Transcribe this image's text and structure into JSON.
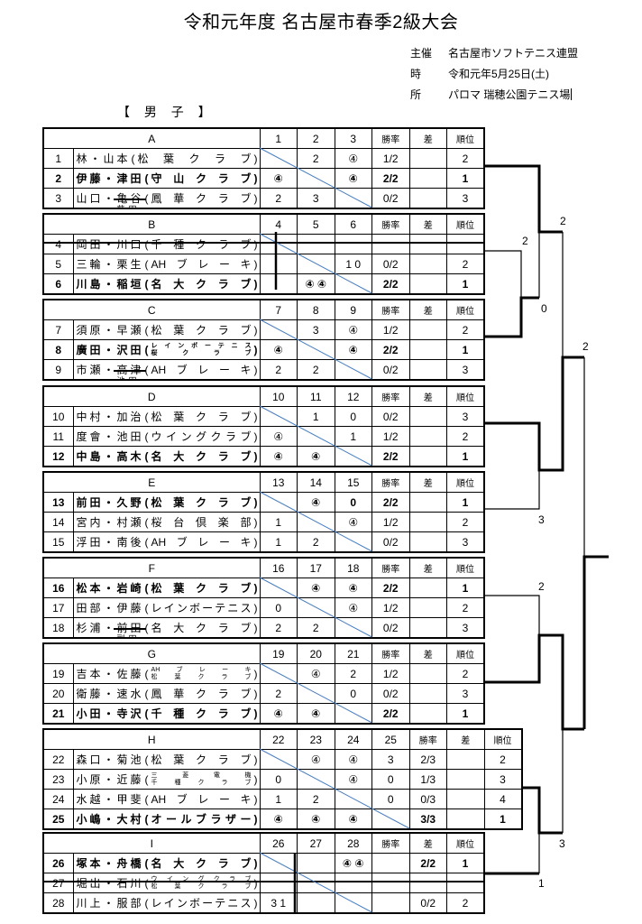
{
  "title": "令和元年度 名古屋市春季2級大会",
  "info": [
    {
      "label": "主催",
      "value": "名古屋市ソフトテニス連盟"
    },
    {
      "label": "時",
      "value": "令和元年5月25日(土)"
    },
    {
      "label": "所",
      "value": "パロマ 瑞穂公園テニス場"
    }
  ],
  "section": "【 男 子 】",
  "name_sep": "・",
  "paren_open": "(",
  "paren_close": ")",
  "headers": {
    "rate": "勝率",
    "diff": "差",
    "rank": "順位"
  },
  "groups": [
    {
      "label": "A",
      "cols": [
        "1",
        "2",
        "3"
      ],
      "rows": [
        {
          "no": "1",
          "p1": "林",
          "p2": "山本",
          "club": [
            "松葉クラブ"
          ],
          "bold": false,
          "cells": [
            "",
            "2",
            "④"
          ],
          "rate": "1/2",
          "diff": "",
          "rank": "2"
        },
        {
          "no": "2",
          "p1": "伊藤",
          "p2": "津田",
          "club": [
            "守山クラブ"
          ],
          "bold": true,
          "cells": [
            "④",
            "",
            "④"
          ],
          "rate": "2/2",
          "diff": "",
          "rank": "1"
        },
        {
          "no": "3",
          "p1": "山口",
          "p2": "亀谷",
          "struck": true,
          "correction": "藤田",
          "club": [
            "鳳華クラブ"
          ],
          "bold": false,
          "cells": [
            "2",
            "3",
            ""
          ],
          "rate": "0/2",
          "diff": "",
          "rank": "3"
        }
      ]
    },
    {
      "label": "B",
      "cols": [
        "4",
        "5",
        "6"
      ],
      "rows": [
        {
          "no": "4",
          "p1": "岡田",
          "p2": "川口",
          "club": [
            "千種クラブ"
          ],
          "bold": false,
          "withdrawn": true,
          "cells": [
            "",
            "",
            ""
          ],
          "rate": "",
          "diff": "",
          "rank": ""
        },
        {
          "no": "5",
          "p1": "三輪",
          "p2": "栗生",
          "club": [
            "AHブレーキ"
          ],
          "bold": false,
          "cells": [
            "",
            "",
            "1 0"
          ],
          "rate": "0/2",
          "diff": "",
          "rank": "2"
        },
        {
          "no": "6",
          "p1": "川島",
          "p2": "稲垣",
          "club": [
            "名大クラブ"
          ],
          "bold": true,
          "cells": [
            "",
            "④ ④",
            ""
          ],
          "rate": "2/2",
          "diff": "",
          "rank": "1"
        }
      ]
    },
    {
      "label": "C",
      "cols": [
        "7",
        "8",
        "9"
      ],
      "rows": [
        {
          "no": "7",
          "p1": "須原",
          "p2": "早瀬",
          "club": [
            "松葉クラブ"
          ],
          "bold": false,
          "cells": [
            "",
            "3",
            "④"
          ],
          "rate": "1/2",
          "diff": "",
          "rank": "2"
        },
        {
          "no": "8",
          "p1": "廣田",
          "p2": "沢田",
          "club": [
            "レインボーテニス",
            "桜クラブ"
          ],
          "bold": true,
          "cells": [
            "④",
            "",
            "④"
          ],
          "rate": "2/2",
          "diff": "",
          "rank": "1"
        },
        {
          "no": "9",
          "p1": "市瀬",
          "p2": "高津",
          "struck": true,
          "correction": "池田",
          "club": [
            "AHブレーキ"
          ],
          "bold": false,
          "cells": [
            "2",
            "2",
            ""
          ],
          "rate": "0/2",
          "diff": "",
          "rank": "3"
        }
      ]
    },
    {
      "label": "D",
      "cols": [
        "10",
        "11",
        "12"
      ],
      "rows": [
        {
          "no": "10",
          "p1": "中村",
          "p2": "加治",
          "club": [
            "松葉クラブ"
          ],
          "bold": false,
          "cells": [
            "",
            "1",
            "0"
          ],
          "rate": "0/2",
          "diff": "",
          "rank": "3"
        },
        {
          "no": "11",
          "p1": "度會",
          "p2": "池田",
          "club": [
            "ウイングクラブ"
          ],
          "bold": false,
          "cells": [
            "④",
            "",
            "1"
          ],
          "rate": "1/2",
          "diff": "",
          "rank": "2"
        },
        {
          "no": "12",
          "p1": "中島",
          "p2": "高木",
          "club": [
            "名大クラブ"
          ],
          "bold": true,
          "cells": [
            "④",
            "④",
            ""
          ],
          "rate": "2/2",
          "diff": "",
          "rank": "1"
        }
      ]
    },
    {
      "label": "E",
      "cols": [
        "13",
        "14",
        "15"
      ],
      "rows": [
        {
          "no": "13",
          "p1": "前田",
          "p2": "久野",
          "club": [
            "松葉クラブ"
          ],
          "bold": true,
          "cells": [
            "",
            "④",
            "0"
          ],
          "rate": "2/2",
          "diff": "",
          "rank": "1"
        },
        {
          "no": "14",
          "p1": "宮内",
          "p2": "村瀬",
          "club": [
            "桜台倶楽部"
          ],
          "bold": false,
          "cells": [
            "1",
            "",
            "④"
          ],
          "rate": "1/2",
          "diff": "",
          "rank": "2"
        },
        {
          "no": "15",
          "p1": "浮田",
          "p2": "南後",
          "club": [
            "AHブレーキ"
          ],
          "bold": false,
          "cells": [
            "1",
            "2",
            ""
          ],
          "rate": "0/2",
          "diff": "",
          "rank": "3"
        }
      ]
    },
    {
      "label": "F",
      "cols": [
        "16",
        "17",
        "18"
      ],
      "rows": [
        {
          "no": "16",
          "p1": "松本",
          "p2": "岩崎",
          "club": [
            "松葉クラブ"
          ],
          "bold": true,
          "cells": [
            "",
            "④",
            "④"
          ],
          "rate": "2/2",
          "diff": "",
          "rank": "1"
        },
        {
          "no": "17",
          "p1": "田部",
          "p2": "伊藤",
          "club": [
            "レインボーテニス"
          ],
          "bold": false,
          "cells": [
            "0",
            "",
            "④"
          ],
          "rate": "1/2",
          "diff": "",
          "rank": "2"
        },
        {
          "no": "18",
          "p1": "杉浦",
          "p2": "前田",
          "struck": true,
          "correction": "副田",
          "club": [
            "名大クラブ"
          ],
          "bold": false,
          "cells": [
            "2",
            "2",
            ""
          ],
          "rate": "0/2",
          "diff": "",
          "rank": "3"
        }
      ]
    },
    {
      "label": "G",
      "cols": [
        "19",
        "20",
        "21"
      ],
      "rows": [
        {
          "no": "19",
          "p1": "吉本",
          "p2": "佐藤",
          "club": [
            "AHブレーキ",
            "松葉クラブ"
          ],
          "bold": false,
          "cells": [
            "",
            "④",
            "2"
          ],
          "rate": "1/2",
          "diff": "",
          "rank": "2"
        },
        {
          "no": "20",
          "p1": "衛藤",
          "p2": "速水",
          "club": [
            "鳳華クラブ"
          ],
          "bold": false,
          "cells": [
            "2",
            "",
            "0"
          ],
          "rate": "0/2",
          "diff": "",
          "rank": "3"
        },
        {
          "no": "21",
          "p1": "小田",
          "p2": "寺沢",
          "club": [
            "千種クラブ"
          ],
          "bold": true,
          "cells": [
            "④",
            "④",
            ""
          ],
          "rate": "2/2",
          "diff": "",
          "rank": "1"
        }
      ]
    },
    {
      "label": "H",
      "cols": [
        "22",
        "23",
        "24",
        "25"
      ],
      "rows": [
        {
          "no": "22",
          "p1": "森口",
          "p2": "菊池",
          "club": [
            "松葉クラブ"
          ],
          "bold": false,
          "cells": [
            "",
            "④",
            "④",
            "3"
          ],
          "rate": "2/3",
          "diff": "",
          "rank": "2"
        },
        {
          "no": "23",
          "p1": "小原",
          "p2": "近藤",
          "club": [
            "三菱電機",
            "千種クラブ"
          ],
          "bold": false,
          "cells": [
            "0",
            "",
            "④",
            "0"
          ],
          "rate": "1/3",
          "diff": "",
          "rank": "3"
        },
        {
          "no": "24",
          "p1": "水越",
          "p2": "甲斐",
          "club": [
            "AHブレーキ"
          ],
          "bold": false,
          "cells": [
            "1",
            "2",
            "",
            "0"
          ],
          "rate": "0/3",
          "diff": "",
          "rank": "4"
        },
        {
          "no": "25",
          "p1": "小嶋",
          "p2": "大村",
          "club": [
            "オールブラザー"
          ],
          "bold": true,
          "cells": [
            "④",
            "④",
            "④",
            ""
          ],
          "rate": "3/3",
          "diff": "",
          "rank": "1"
        }
      ]
    },
    {
      "label": "I",
      "cols": [
        "26",
        "27",
        "28"
      ],
      "rows": [
        {
          "no": "26",
          "p1": "塚本",
          "p2": "舟橋",
          "club": [
            "名大クラブ"
          ],
          "bold": true,
          "cells": [
            "",
            "",
            "④ ④"
          ],
          "rate": "",
          "diff": "2/2",
          "rank": "1"
        },
        {
          "no": "27",
          "p1": "堀出",
          "p2": "石川",
          "club": [
            "ウイングクラブ",
            "松葉クラブ"
          ],
          "bold": false,
          "withdrawn": true,
          "cells": [
            "",
            "",
            ""
          ],
          "rate": "",
          "diff": "",
          "rank": ""
        },
        {
          "no": "28",
          "p1": "川上",
          "p2": "服部",
          "club": [
            "レインボーテニス"
          ],
          "bold": false,
          "cells": [
            "3 1",
            "",
            ""
          ],
          "rate": "",
          "diff": "0/2",
          "rank": "2"
        }
      ]
    }
  ],
  "bracket": {
    "scores": [
      "2",
      "0",
      "2",
      "3",
      "2",
      "2",
      "3",
      "1"
    ]
  }
}
